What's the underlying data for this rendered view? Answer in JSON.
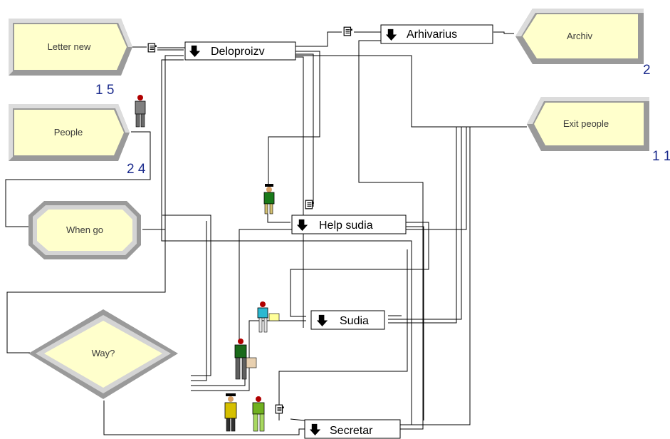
{
  "colors": {
    "block_fill": "#ffffcc",
    "bevel_light": "#d4d4d4",
    "bevel_dark": "#7f7f7f",
    "counter": "#1a2a8c"
  },
  "modules": {
    "letter_new": {
      "label": "Letter new",
      "counter": "1 5"
    },
    "people": {
      "label": "People",
      "counter": "2 4"
    },
    "when_go": {
      "label": "When go"
    },
    "way": {
      "label": "Way?"
    },
    "archiv": {
      "label": "Archiv",
      "counter": "2"
    },
    "exit_people": {
      "label": "Exit people",
      "counter": "1 1"
    }
  },
  "processes": {
    "deloproizv": {
      "label": "Deloproizv",
      "icon": "down-arrow-icon"
    },
    "arhivarius": {
      "label": "Arhivarius",
      "icon": "down-arrow-icon"
    },
    "help_sudia": {
      "label": "Help sudia",
      "icon": "down-arrow-icon"
    },
    "sudia": {
      "label": "Sudia",
      "icon": "down-arrow-icon"
    },
    "secretar": {
      "label": "Secretar",
      "icon": "down-arrow-icon"
    }
  },
  "entities": [
    "document-icon",
    "person-icon"
  ]
}
